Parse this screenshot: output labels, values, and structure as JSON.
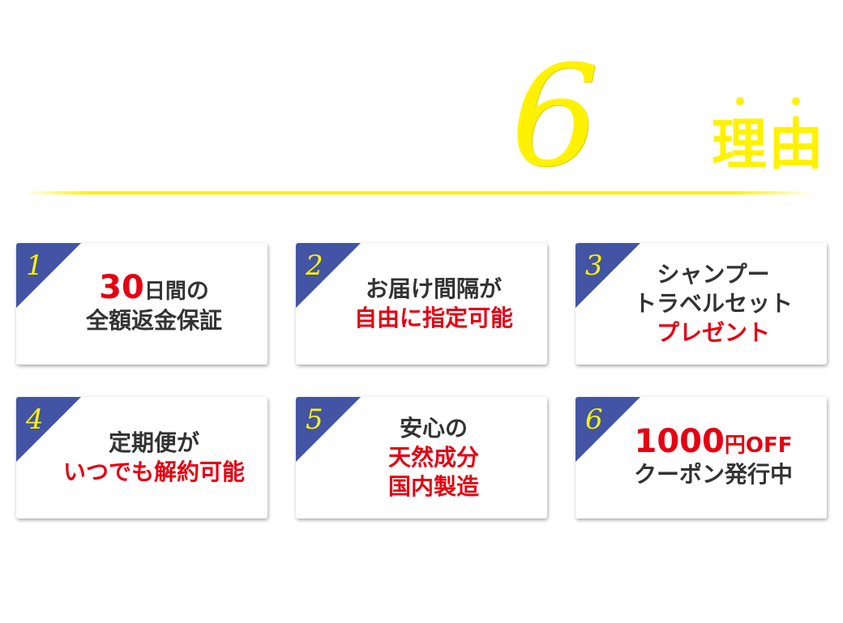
{
  "headline": {
    "number": "6",
    "reason_label": "理由"
  },
  "colors": {
    "accent_yellow": "#fff200",
    "corner_blue": "#4254a3",
    "highlight_red": "#e60012",
    "text_dark": "#333333"
  },
  "cards": [
    {
      "number": "1",
      "line1_red_num": "30",
      "line1_red_unit": "日間",
      "line1_dark": "の",
      "line2": "全額返金保証"
    },
    {
      "number": "2",
      "line1": "お届け間隔が",
      "line2": "自由に指定可能"
    },
    {
      "number": "3",
      "line1": "シャンプー",
      "line2": "トラベルセット",
      "line3": "プレゼント"
    },
    {
      "number": "4",
      "line1": "定期便が",
      "line2": "いつでも解約可能"
    },
    {
      "number": "5",
      "line1": "安心の",
      "line2": "天然成分",
      "line3": "国内製造"
    },
    {
      "number": "6",
      "line1_num": "1000",
      "line1_unit": "円OFF",
      "line2": "クーポン発行中"
    }
  ]
}
